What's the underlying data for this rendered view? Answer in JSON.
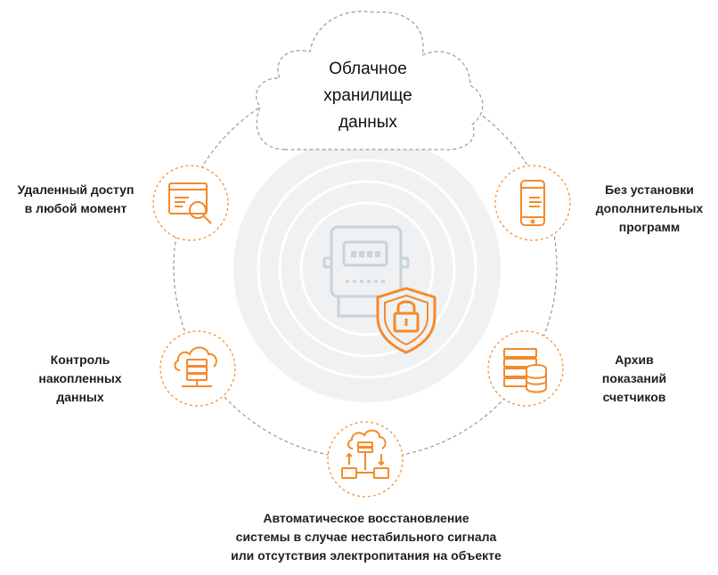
{
  "colors": {
    "accent": "#F58A2A",
    "circle_line": "#9a9a9a",
    "center_bg": "#eff1f2",
    "meter_line": "#c8d3da",
    "text": "#1e1e1e"
  },
  "cloud": {
    "title_lines": [
      "Облачное",
      "хранилище",
      "данных"
    ]
  },
  "center": {
    "icon": "electricity-meter-with-lock-shield-icon"
  },
  "features": [
    {
      "id": "remote-access",
      "icon": "analytics-magnifier-icon",
      "lines": [
        "Удаленный доступ",
        "в любой момент"
      ]
    },
    {
      "id": "no-install",
      "icon": "smartphone-icon",
      "lines": [
        "Без установки",
        "дополнительных",
        "программ"
      ]
    },
    {
      "id": "data-control",
      "icon": "cloud-server-icon",
      "lines": [
        "Контроль",
        "накопленных",
        "данных"
      ]
    },
    {
      "id": "archive",
      "icon": "server-database-icon",
      "lines": [
        "Архив",
        "показаний",
        "счетчиков"
      ]
    },
    {
      "id": "auto-recovery",
      "icon": "cloud-sync-folders-icon",
      "lines": [
        "Автоматическое восстановление",
        "системы в случае нестабильного сигнала",
        "или отсутствия электропитания на объекте"
      ]
    }
  ]
}
